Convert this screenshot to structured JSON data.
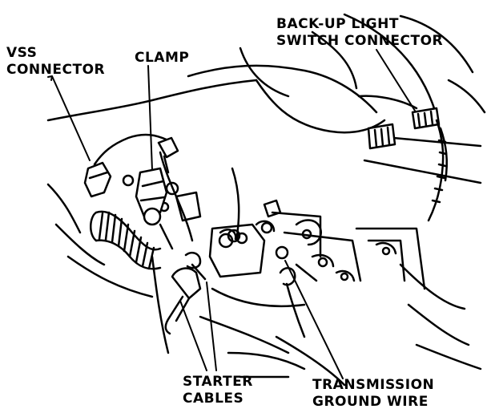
{
  "labels": {
    "vss_connector": [
      "VSS",
      "CONNECTOR"
    ],
    "clamp": [
      "CLAMP"
    ],
    "backup_switch": [
      "BACK-UP LIGHT",
      "SWITCH CONNECTOR"
    ],
    "starter_cables": [
      "STARTER",
      "CABLES"
    ],
    "ground_wire": [
      "TRANSMISSION",
      "GROUND WIRE"
    ]
  }
}
